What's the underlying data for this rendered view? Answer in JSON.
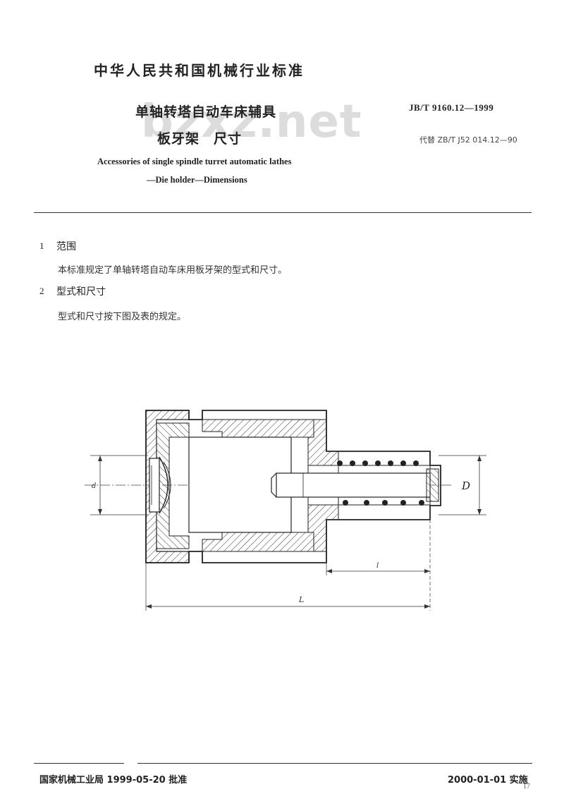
{
  "header": {
    "organization": "中华人民共和国机械行业标准",
    "title_line1": "单轴转塔自动车床辅具",
    "title_line2": "板牙架　尺寸",
    "standard_number": "JB/T 9160.12—1999",
    "replaces": "代替 ZB/T J52 014.12—90",
    "english_line1": "Accessories of single spindle turret automatic lathes",
    "english_line2": "—Die holder—Dimensions",
    "watermark": "bzxz.net"
  },
  "sections": [
    {
      "number": "1",
      "title": "范围",
      "body": "本标准规定了单轴转塔自动车床用板牙架的型式和尺寸。"
    },
    {
      "number": "2",
      "title": "型式和尺寸",
      "body": "型式和尺寸按下图及表的规定。"
    }
  ],
  "drawing": {
    "dim_d_left": "d",
    "dim_D": "D",
    "dim_l": "l",
    "dim_L": "L"
  },
  "footer": {
    "approval": "国家机械工业局 1999-05-20 批准",
    "implementation": "2000-01-01 实施",
    "page_number": "17"
  }
}
